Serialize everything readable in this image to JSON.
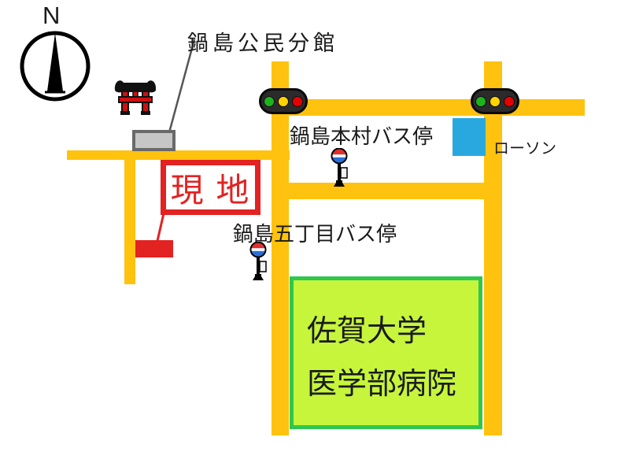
{
  "map": {
    "compass_label": "N",
    "labels": {
      "community_center": "鍋島公民分館",
      "site": "現 地",
      "bus_stop_honmura": "鍋島本村バス停",
      "bus_stop_gochome": "鍋島五丁目バス停",
      "lawson": "ローソン",
      "hospital_line1": "佐賀大学",
      "hospital_line2": "医学部病院"
    },
    "icons": {
      "compass": "compass-rose-north",
      "torii": "torii-gate-shrine",
      "traffic_light": "traffic-light-horizontal",
      "bus_stop": "bus-stop-sign-pole"
    },
    "colors": {
      "road": "#FFC20E",
      "site_red": "#E32222",
      "hospital_fill": "#C6F53C",
      "hospital_border": "#2FC74F",
      "lawson_blue": "#29A8E0",
      "building_gray": "#C6C6C6"
    }
  }
}
